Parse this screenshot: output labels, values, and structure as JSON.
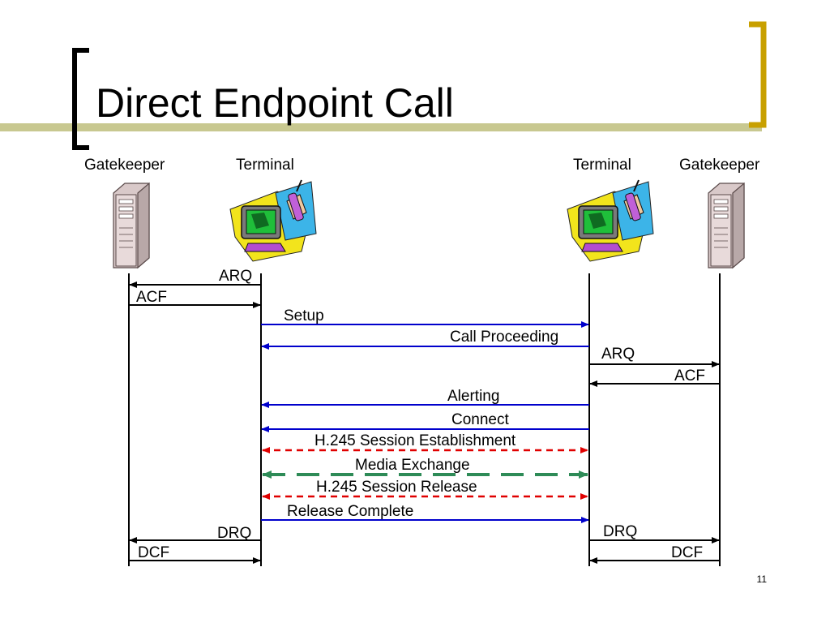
{
  "slide": {
    "title": "Direct Endpoint Call",
    "page_number": "11",
    "accent_color": "#c8a000",
    "rule_color": "#c8c890"
  },
  "entities": [
    {
      "id": "gk1",
      "label": "Gatekeeper",
      "icon": "server-icon"
    },
    {
      "id": "t1",
      "label": "Terminal",
      "icon": "computer-phone-icon"
    },
    {
      "id": "t2",
      "label": "Terminal",
      "icon": "computer-phone-icon"
    },
    {
      "id": "gk2",
      "label": "Gatekeeper",
      "icon": "server-icon"
    }
  ],
  "messages": [
    {
      "label": "ARQ",
      "from": "t1",
      "to": "gk1",
      "style": "solid",
      "color": "#000000"
    },
    {
      "label": "ACF",
      "from": "gk1",
      "to": "t1",
      "style": "solid",
      "color": "#000000"
    },
    {
      "label": "Setup",
      "from": "t1",
      "to": "t2",
      "style": "solid",
      "color": "#0000cc"
    },
    {
      "label": "Call Proceeding",
      "from": "t2",
      "to": "t1",
      "style": "solid",
      "color": "#0000cc"
    },
    {
      "label": "ARQ",
      "from": "t2",
      "to": "gk2",
      "style": "solid",
      "color": "#000000"
    },
    {
      "label": "ACF",
      "from": "gk2",
      "to": "t2",
      "style": "solid",
      "color": "#000000"
    },
    {
      "label": "Alerting",
      "from": "t2",
      "to": "t1",
      "style": "solid",
      "color": "#0000cc"
    },
    {
      "label": "Connect",
      "from": "t2",
      "to": "t1",
      "style": "solid",
      "color": "#0000cc"
    },
    {
      "label": "H.245 Session Establishment",
      "from": "t1",
      "to": "t2",
      "style": "dashed-both",
      "color": "#e00000"
    },
    {
      "label": "Media Exchange",
      "from": "t1",
      "to": "t2",
      "style": "long-dashed-both",
      "color": "#2e8b57"
    },
    {
      "label": "H.245 Session Release",
      "from": "t1",
      "to": "t2",
      "style": "dashed-both",
      "color": "#e00000"
    },
    {
      "label": "Release Complete",
      "from": "t1",
      "to": "t2",
      "style": "solid",
      "color": "#0000cc"
    },
    {
      "label": "DRQ",
      "from": "t1",
      "to": "gk1",
      "style": "solid",
      "color": "#000000"
    },
    {
      "label": "DRQ",
      "from": "t2",
      "to": "gk2",
      "style": "solid",
      "color": "#000000"
    },
    {
      "label": "DCF",
      "from": "gk1",
      "to": "t1",
      "style": "solid",
      "color": "#000000"
    },
    {
      "label": "DCF",
      "from": "gk2",
      "to": "t2",
      "style": "solid",
      "color": "#000000"
    }
  ]
}
